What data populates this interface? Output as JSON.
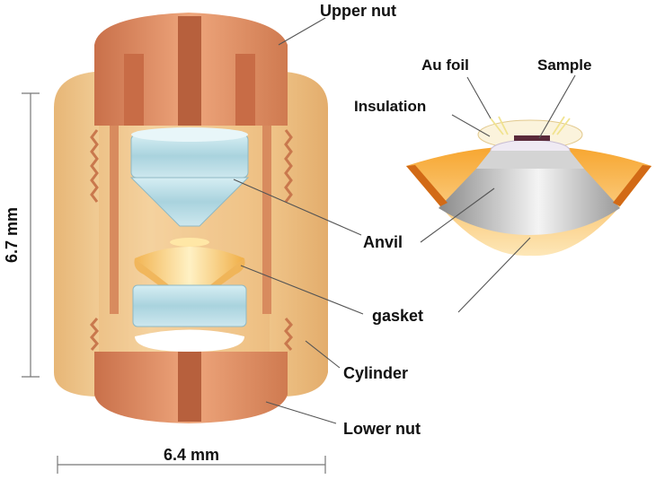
{
  "labels": {
    "upper_nut": "Upper nut",
    "au_foil": "Au foil",
    "sample": "Sample",
    "insulation": "Insulation",
    "anvil": "Anvil",
    "gasket": "gasket",
    "cylinder": "Cylinder",
    "lower_nut": "Lower nut"
  },
  "dimensions": {
    "height": "6.7 mm",
    "width": "6.4 mm"
  },
  "colors": {
    "cylinder": "#f3c98a",
    "nut": "#d98a5e",
    "anvil": "#b9dfe8",
    "gasket": "#f6c46a",
    "orange": "#f59a2a"
  }
}
